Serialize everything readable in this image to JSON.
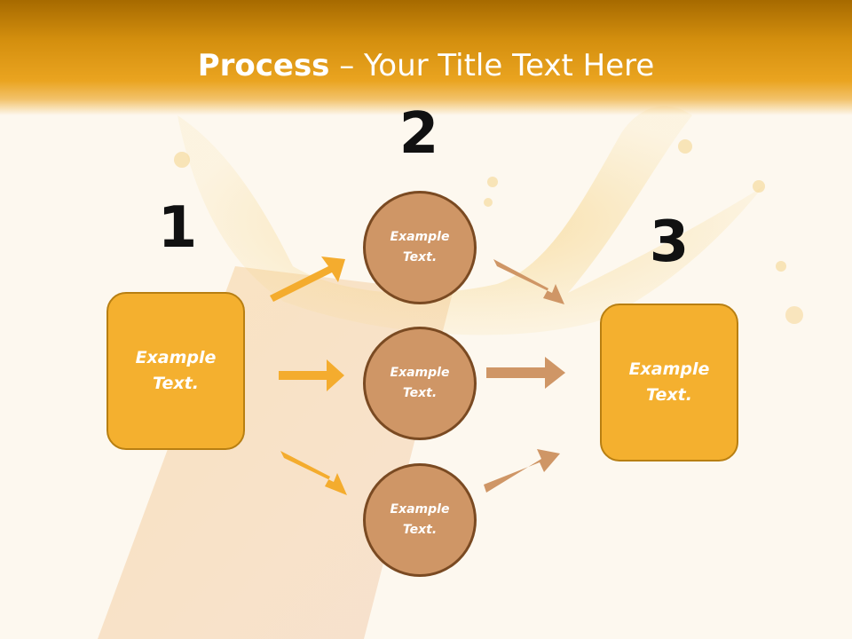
{
  "title": {
    "bold": "Process",
    "rest": " – Your Title Text Here"
  },
  "steps": {
    "one": "1",
    "two": "2",
    "three": "3"
  },
  "left_box": {
    "label": "Example Text."
  },
  "circles": [
    {
      "label": "Example Text."
    },
    {
      "label": "Example Text."
    },
    {
      "label": "Example Text."
    }
  ],
  "right_box": {
    "label": "Example Text."
  },
  "colors": {
    "title_bar": "#e39a17",
    "box_fill": "#f4b02f",
    "box_border": "#b87f12",
    "circle_fill": "#cf9666",
    "circle_border": "#7a4a22",
    "arrow_orange": "#f4ac2e",
    "arrow_tan": "#cf9666"
  }
}
